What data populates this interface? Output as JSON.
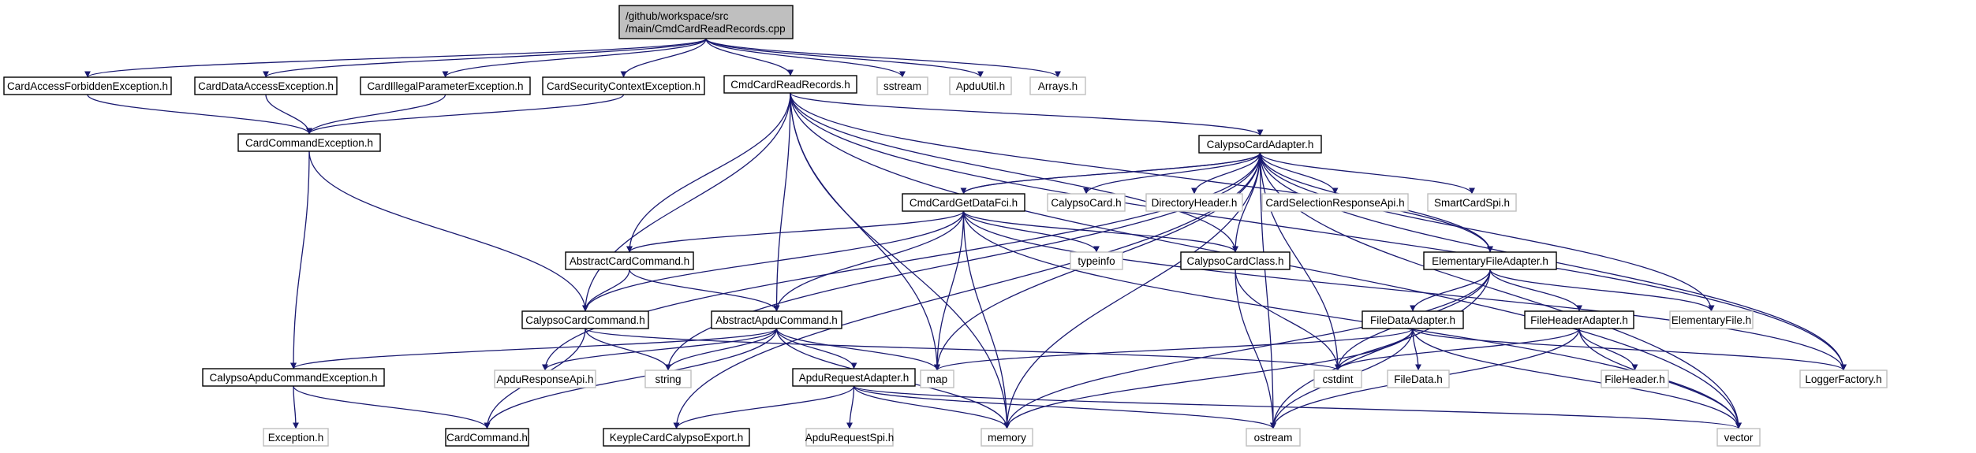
{
  "nodes": [
    {
      "id": "root",
      "label": "/github/workspace/src\n/main/CmdCardReadRecords.cpp",
      "kind": "root"
    },
    {
      "id": "cafe",
      "label": "CardAccessForbiddenException.h",
      "kind": "documented"
    },
    {
      "id": "cdae",
      "label": "CardDataAccessException.h",
      "kind": "documented"
    },
    {
      "id": "cipe",
      "label": "CardIllegalParameterException.h",
      "kind": "documented"
    },
    {
      "id": "csce",
      "label": "CardSecurityContextException.h",
      "kind": "documented"
    },
    {
      "id": "ccrr",
      "label": "CmdCardReadRecords.h",
      "kind": "documented"
    },
    {
      "id": "sstream",
      "label": "sstream",
      "kind": "external"
    },
    {
      "id": "apduutil",
      "label": "ApduUtil.h",
      "kind": "external"
    },
    {
      "id": "arrays",
      "label": "Arrays.h",
      "kind": "external"
    },
    {
      "id": "cce",
      "label": "CardCommandException.h",
      "kind": "documented"
    },
    {
      "id": "cca",
      "label": "CalypsoCardAdapter.h",
      "kind": "documented"
    },
    {
      "id": "ccgdf",
      "label": "CmdCardGetDataFci.h",
      "kind": "documented"
    },
    {
      "id": "calypsocard",
      "label": "CalypsoCard.h",
      "kind": "external"
    },
    {
      "id": "dirheader",
      "label": "DirectoryHeader.h",
      "kind": "external"
    },
    {
      "id": "csrapi",
      "label": "CardSelectionResponseApi.h",
      "kind": "external"
    },
    {
      "id": "smartcardspi",
      "label": "SmartCardSpi.h",
      "kind": "external"
    },
    {
      "id": "acc",
      "label": "AbstractCardCommand.h",
      "kind": "documented"
    },
    {
      "id": "typeinfo",
      "label": "typeinfo",
      "kind": "external"
    },
    {
      "id": "ccc",
      "label": "CalypsoCardClass.h",
      "kind": "documented"
    },
    {
      "id": "efa",
      "label": "ElementaryFileAdapter.h",
      "kind": "documented"
    },
    {
      "id": "calypsocardcommand",
      "label": "CalypsoCardCommand.h",
      "kind": "documented"
    },
    {
      "id": "aac",
      "label": "AbstractApduCommand.h",
      "kind": "documented"
    },
    {
      "id": "fda",
      "label": "FileDataAdapter.h",
      "kind": "documented"
    },
    {
      "id": "fha",
      "label": "FileHeaderAdapter.h",
      "kind": "documented"
    },
    {
      "id": "elementaryfile",
      "label": "ElementaryFile.h",
      "kind": "external"
    },
    {
      "id": "cace",
      "label": "CalypsoApduCommandException.h",
      "kind": "documented"
    },
    {
      "id": "apduresponseapi",
      "label": "ApduResponseApi.h",
      "kind": "external"
    },
    {
      "id": "string",
      "label": "string",
      "kind": "external"
    },
    {
      "id": "map",
      "label": "map",
      "kind": "external"
    },
    {
      "id": "ara",
      "label": "ApduRequestAdapter.h",
      "kind": "documented"
    },
    {
      "id": "cstdint",
      "label": "cstdint",
      "kind": "external"
    },
    {
      "id": "filedata",
      "label": "FileData.h",
      "kind": "external"
    },
    {
      "id": "fileheader",
      "label": "FileHeader.h",
      "kind": "external"
    },
    {
      "id": "loggerfactory",
      "label": "LoggerFactory.h",
      "kind": "external"
    },
    {
      "id": "exception",
      "label": "Exception.h",
      "kind": "external"
    },
    {
      "id": "cardcommand",
      "label": "CardCommand.h",
      "kind": "documented"
    },
    {
      "id": "kcce",
      "label": "KeypleCardCalypsoExport.h",
      "kind": "documented"
    },
    {
      "id": "apdurequestspi",
      "label": "ApduRequestSpi.h",
      "kind": "external"
    },
    {
      "id": "memory",
      "label": "memory",
      "kind": "external"
    },
    {
      "id": "ostream",
      "label": "ostream",
      "kind": "external"
    },
    {
      "id": "vector",
      "label": "vector",
      "kind": "external"
    }
  ],
  "edges": [
    [
      "root",
      "cafe"
    ],
    [
      "root",
      "cdae"
    ],
    [
      "root",
      "cipe"
    ],
    [
      "root",
      "csce"
    ],
    [
      "root",
      "ccrr"
    ],
    [
      "root",
      "sstream"
    ],
    [
      "root",
      "apduutil"
    ],
    [
      "root",
      "arrays"
    ],
    [
      "cafe",
      "cce"
    ],
    [
      "cdae",
      "cce"
    ],
    [
      "cipe",
      "cce"
    ],
    [
      "csce",
      "cce"
    ],
    [
      "cce",
      "calypsocardcommand"
    ],
    [
      "cce",
      "cace"
    ],
    [
      "ccrr",
      "cca"
    ],
    [
      "ccrr",
      "acc"
    ],
    [
      "ccrr",
      "aac"
    ],
    [
      "ccrr",
      "calypsocardcommand"
    ],
    [
      "ccrr",
      "ccc"
    ],
    [
      "ccrr",
      "efa"
    ],
    [
      "ccrr",
      "map"
    ],
    [
      "ccrr",
      "memory"
    ],
    [
      "ccrr",
      "vector"
    ],
    [
      "ccrr",
      "loggerfactory"
    ],
    [
      "cca",
      "ccgdf"
    ],
    [
      "cca",
      "calypsocard"
    ],
    [
      "cca",
      "dirheader"
    ],
    [
      "cca",
      "csrapi"
    ],
    [
      "cca",
      "smartcardspi"
    ],
    [
      "cca",
      "ccc"
    ],
    [
      "cca",
      "efa"
    ],
    [
      "cca",
      "elementaryfile"
    ],
    [
      "cca",
      "apduresponseapi"
    ],
    [
      "cca",
      "string"
    ],
    [
      "cca",
      "map"
    ],
    [
      "cca",
      "cstdint"
    ],
    [
      "cca",
      "memory"
    ],
    [
      "cca",
      "ostream"
    ],
    [
      "cca",
      "vector"
    ],
    [
      "cca",
      "loggerfactory"
    ],
    [
      "cca",
      "kcce"
    ],
    [
      "ccgdf",
      "cca"
    ],
    [
      "ccgdf",
      "acc"
    ],
    [
      "ccgdf",
      "aac"
    ],
    [
      "ccgdf",
      "calypsocardcommand"
    ],
    [
      "ccgdf",
      "ccc"
    ],
    [
      "ccgdf",
      "typeinfo"
    ],
    [
      "ccgdf",
      "map"
    ],
    [
      "ccgdf",
      "memory"
    ],
    [
      "ccgdf",
      "vector"
    ],
    [
      "ccgdf",
      "loggerfactory"
    ],
    [
      "acc",
      "aac"
    ],
    [
      "acc",
      "calypsocardcommand"
    ],
    [
      "calypsocardcommand",
      "string"
    ],
    [
      "calypsocardcommand",
      "cstdint"
    ],
    [
      "calypsocardcommand",
      "cardcommand"
    ],
    [
      "aac",
      "cace"
    ],
    [
      "aac",
      "apduresponseapi"
    ],
    [
      "aac",
      "string"
    ],
    [
      "aac",
      "map"
    ],
    [
      "aac",
      "ara"
    ],
    [
      "aac",
      "memory"
    ],
    [
      "aac",
      "cardcommand"
    ],
    [
      "ccc",
      "cstdint"
    ],
    [
      "ccc",
      "ostream"
    ],
    [
      "efa",
      "fda"
    ],
    [
      "efa",
      "fha"
    ],
    [
      "efa",
      "elementaryfile"
    ],
    [
      "efa",
      "cstdint"
    ],
    [
      "efa",
      "memory"
    ],
    [
      "efa",
      "ostream"
    ],
    [
      "fda",
      "map"
    ],
    [
      "fda",
      "cstdint"
    ],
    [
      "fda",
      "filedata"
    ],
    [
      "fda",
      "memory"
    ],
    [
      "fda",
      "ostream"
    ],
    [
      "fda",
      "vector"
    ],
    [
      "fda",
      "loggerfactory"
    ],
    [
      "fha",
      "cstdint"
    ],
    [
      "fha",
      "fileheader"
    ],
    [
      "fha",
      "ostream"
    ],
    [
      "fha",
      "vector"
    ],
    [
      "cace",
      "exception"
    ],
    [
      "cace",
      "cardcommand"
    ],
    [
      "ara",
      "kcce"
    ],
    [
      "ara",
      "apdurequestspi"
    ],
    [
      "ara",
      "memory"
    ],
    [
      "ara",
      "ostream"
    ],
    [
      "ara",
      "vector"
    ]
  ],
  "colors": {
    "edge": "#191970",
    "documented_border": "#000000",
    "external_border": "#bfbfbf",
    "root_fill": "#bfbfbf",
    "node_fill": "#ffffff"
  }
}
